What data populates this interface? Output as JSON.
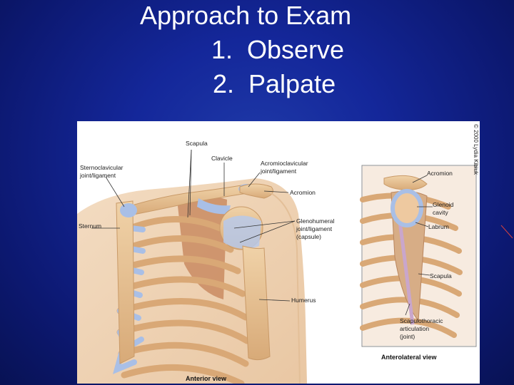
{
  "slide": {
    "title_line1": "Approach to Exam",
    "title_line2": "1.  Observe",
    "title_line3": "2.  Palpate"
  },
  "figure": {
    "copyright": "© 2000 Lydia Kibiuk",
    "anterior": {
      "view_label": "Anterior view",
      "labels": {
        "scapula": "Scapula",
        "clavicle": "Clavicle",
        "sternoclavicular_1": "Sternoclavicular",
        "sternoclavicular_2": "joint/ligament",
        "acromioclavicular_1": "Acromioclavicular",
        "acromioclavicular_2": "joint/ligament",
        "acromion": "Acromion",
        "sternum": "Sternum",
        "glenohumeral_1": "Glenohumeral",
        "glenohumeral_2": "joint/ligament",
        "glenohumeral_3": "(capsule)",
        "humerus": "Humerus"
      }
    },
    "anterolateral": {
      "view_label": "Anterolateral view",
      "labels": {
        "acromion": "Acromion",
        "glenoid_1": "Glenoid",
        "glenoid_2": "cavity",
        "labrum": "Labrum",
        "scapula": "Scapula",
        "scapulothoracic_1": "Scapulothoracic",
        "scapulothoracic_2": "articulation",
        "scapulothoracic_3": "(joint)"
      }
    }
  },
  "colors": {
    "background": "#14279a",
    "title_text": "#ffffff",
    "bone": "#e8c49a",
    "ligament": "#9fb6de",
    "muscle": "#c9855a",
    "accent_line": "#d04040"
  },
  "icons": {
    "shoulder_illustration": "anatomical-shoulder-illustration"
  }
}
